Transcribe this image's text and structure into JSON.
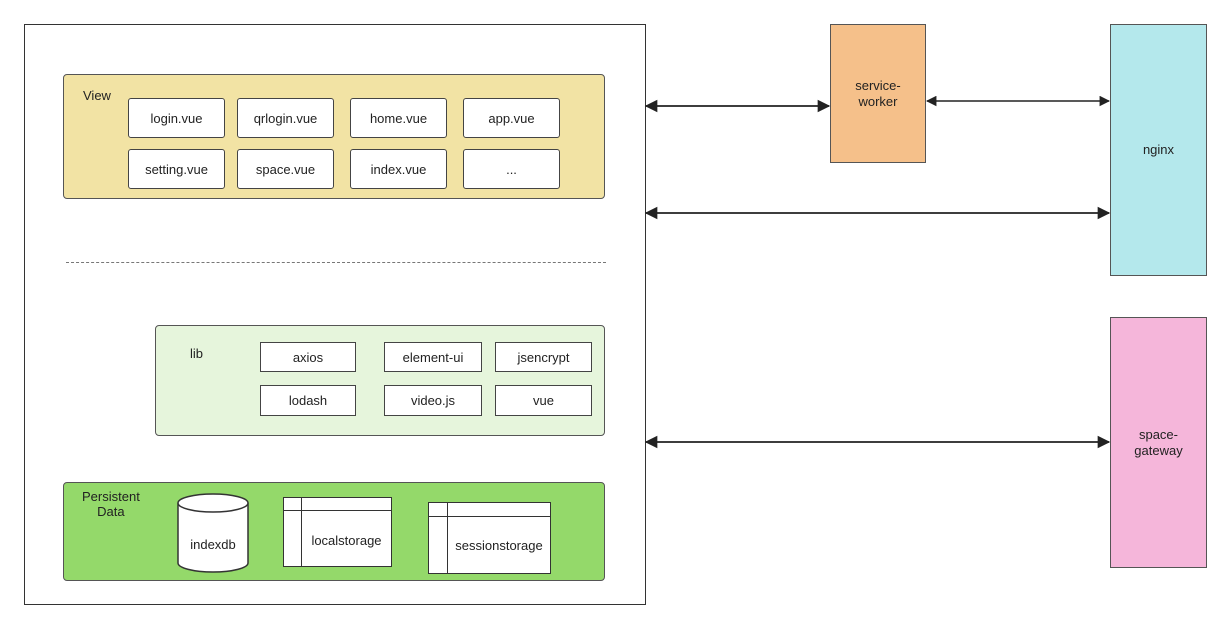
{
  "view": {
    "title": "View",
    "items": [
      "login.vue",
      "qrlogin.vue",
      "home.vue",
      "app.vue",
      "setting.vue",
      "space.vue",
      "index.vue",
      "..."
    ]
  },
  "lib": {
    "title": "lib",
    "items": [
      "axios",
      "element-ui",
      "jsencrypt",
      "lodash",
      "video.js",
      "vue"
    ]
  },
  "persistent": {
    "title_line1": "Persistent",
    "title_line2": "Data",
    "indexdb": "indexdb",
    "localstorage": "localstorage",
    "sessionstorage": "sessionstorage"
  },
  "nodes": {
    "service_worker_line1": "service-",
    "service_worker_line2": "worker",
    "nginx": "nginx",
    "space_gateway_line1": "space-",
    "space_gateway_line2": "gateway"
  },
  "colors": {
    "view_fill": "#f2e3a4",
    "lib_fill": "#e6f5dc",
    "persistent_fill": "#94d96a",
    "service_worker_fill": "#f5c08a",
    "nginx_fill": "#b4e8ec",
    "space_gateway_fill": "#f5b6da"
  }
}
